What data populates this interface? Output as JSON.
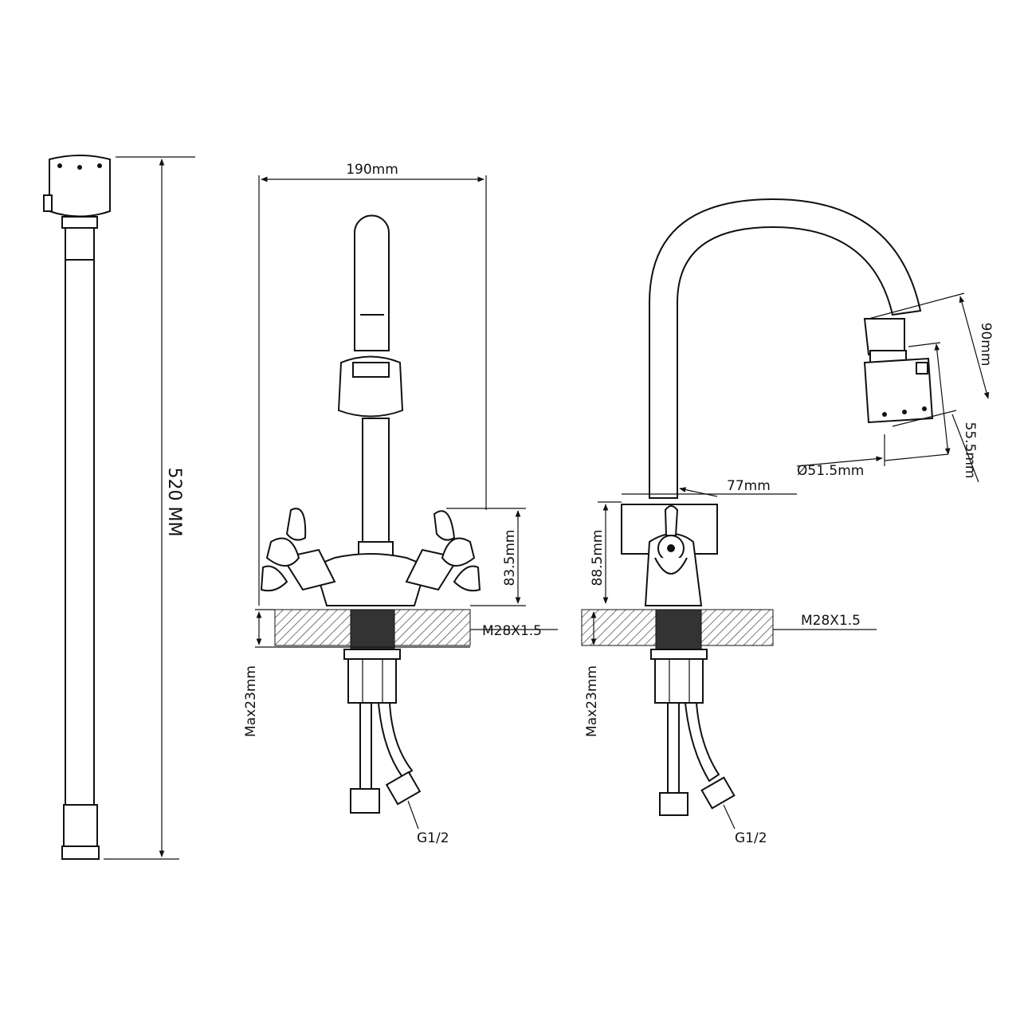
{
  "hose": {
    "length": "520 MM"
  },
  "front_view": {
    "width": "190mm",
    "handle_height": "83.5mm",
    "thread": "M28X1.5",
    "max_thickness": "Max23mm",
    "connection": "G1/2"
  },
  "side_view": {
    "reach": "77mm",
    "body_height": "88.5mm",
    "thread": "M28X1.5",
    "max_thickness": "Max23mm",
    "connection": "G1/2",
    "head_height": "90mm",
    "head_lower": "55.5mm",
    "head_diameter": "Ø51.5mm"
  }
}
